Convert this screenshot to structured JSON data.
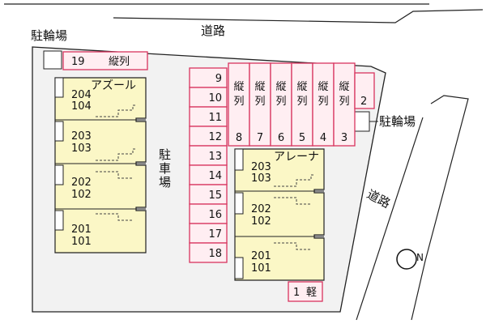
{
  "colors": {
    "lot_fill": "#f2f2f2",
    "lot_stroke": "#222222",
    "parking_fill": "#ffeef2",
    "parking_stroke": "#d8345f",
    "building_fill": "#fbf7c6",
    "building_stroke": "#222222",
    "stair": "#444444"
  },
  "labels": {
    "road_north": "道路",
    "road_east": "道路",
    "bike_parking_west": "駐輪場",
    "bike_parking_east": "駐輪場",
    "lot": [
      "駐",
      "車",
      "場"
    ]
  },
  "parking": {
    "top_left": {
      "num": "19",
      "tag": "縦列"
    },
    "left_column": [
      "9",
      "10",
      "11",
      "12",
      "13",
      "14",
      "15",
      "16",
      "17",
      "18"
    ],
    "vertical": [
      {
        "text": [
          "縦",
          "列"
        ],
        "num": "8"
      },
      {
        "text": [
          "縦",
          "列"
        ],
        "num": "7"
      },
      {
        "text": [
          "縦",
          "列"
        ],
        "num": "6"
      },
      {
        "text": [
          "縦",
          "列"
        ],
        "num": "5"
      },
      {
        "text": [
          "縦",
          "列"
        ],
        "num": "4"
      },
      {
        "text": [
          "縦",
          "列"
        ],
        "num": "3"
      }
    ],
    "corner": "2",
    "light": {
      "num": "1",
      "tag": "軽"
    }
  },
  "buildings": {
    "azure": {
      "name": "アズール",
      "units": [
        {
          "upper": "204",
          "lower": "104"
        },
        {
          "upper": "203",
          "lower": "103"
        },
        {
          "upper": "202",
          "lower": "102"
        },
        {
          "upper": "201",
          "lower": "101"
        }
      ]
    },
    "arena": {
      "name": "アレーナ",
      "units": [
        {
          "upper": "203",
          "lower": "103"
        },
        {
          "upper": "202",
          "lower": "102"
        },
        {
          "upper": "201",
          "lower": "101"
        }
      ]
    }
  },
  "compass": {
    "icon": "compass-north-icon",
    "letter": "N"
  }
}
